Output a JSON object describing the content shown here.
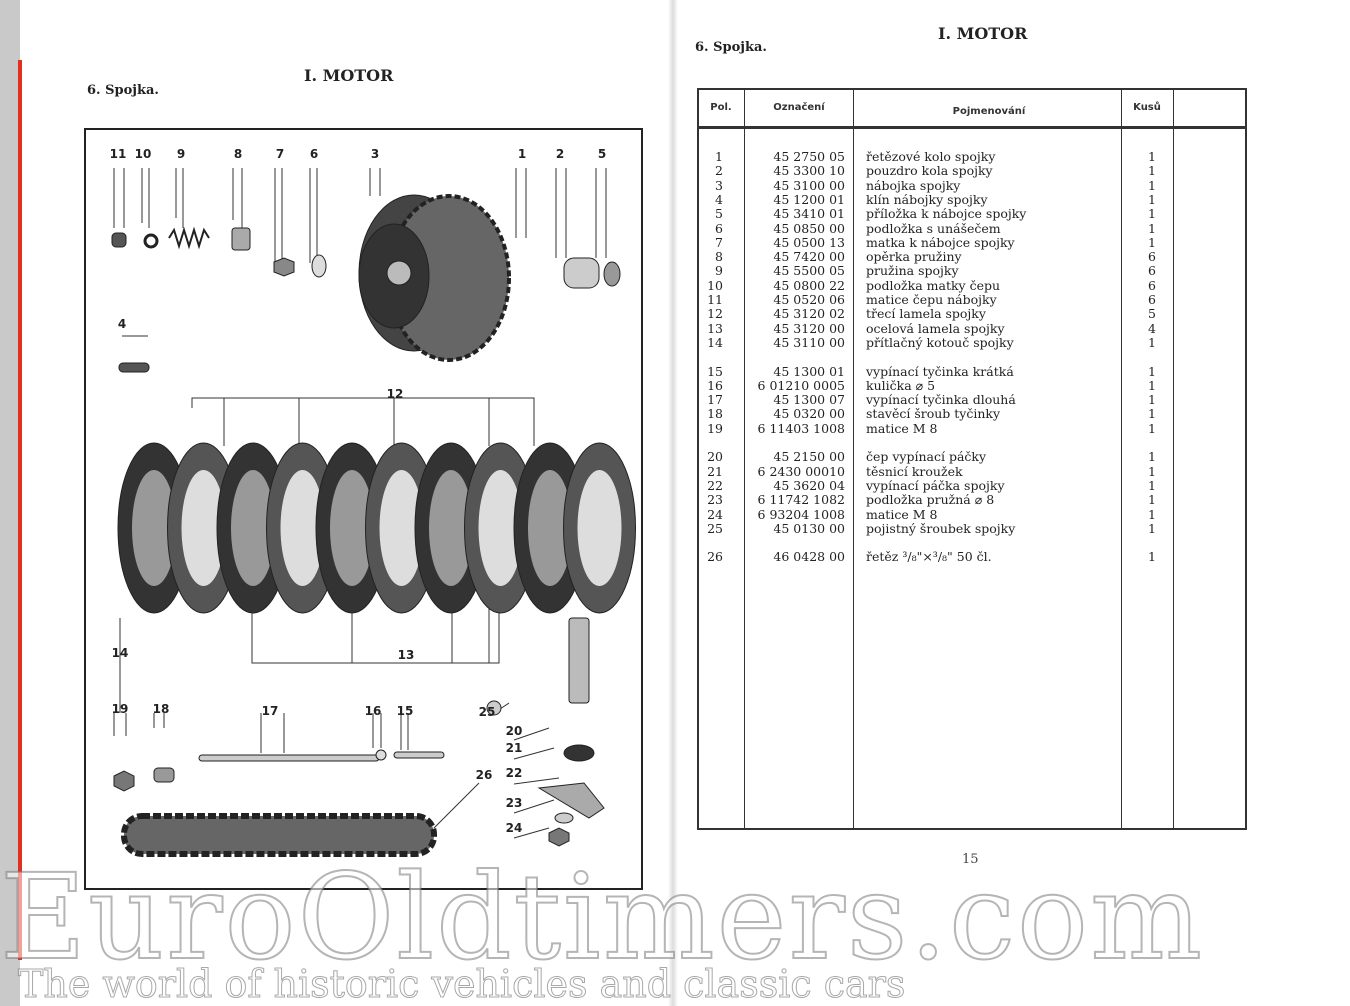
{
  "left_page": {
    "title": "I. MOTOR",
    "section": "6. Spojka.",
    "callouts": [
      "11",
      "10",
      "9",
      "8",
      "7",
      "6",
      "3",
      "1",
      "2",
      "5",
      "4",
      "12",
      "14",
      "13",
      "19",
      "18",
      "17",
      "16",
      "15",
      "25",
      "20",
      "21",
      "22",
      "23",
      "24",
      "26"
    ]
  },
  "right_page": {
    "title": "I. MOTOR",
    "section": "6. Spojka.",
    "columns": [
      "Pol.",
      "Označení",
      "Pojmenování",
      "Kusů"
    ],
    "rows": [
      {
        "pol": "1",
        "code": "45 2750 05",
        "name": "řetězové kolo spojky",
        "qty": "1"
      },
      {
        "pol": "2",
        "code": "45 3300 10",
        "name": "pouzdro kola spojky",
        "qty": "1"
      },
      {
        "pol": "3",
        "code": "45 3100 00",
        "name": "nábojka spojky",
        "qty": "1"
      },
      {
        "pol": "4",
        "code": "45 1200 01",
        "name": "klín nábojky spojky",
        "qty": "1"
      },
      {
        "pol": "5",
        "code": "45 3410 01",
        "name": "příložka k nábojce spojky",
        "qty": "1"
      },
      {
        "pol": "6",
        "code": "45 0850 00",
        "name": "podložka s unášečem",
        "qty": "1"
      },
      {
        "pol": "7",
        "code": "45 0500 13",
        "name": "matka k nábojce spojky",
        "qty": "1"
      },
      {
        "pol": "8",
        "code": "45 7420 00",
        "name": "opěrka pružiny",
        "qty": "6"
      },
      {
        "pol": "9",
        "code": "45 5500 05",
        "name": "pružina spojky",
        "qty": "6"
      },
      {
        "pol": "10",
        "code": "45 0800 22",
        "name": "podložka matky čepu",
        "qty": "6"
      },
      {
        "pol": "11",
        "code": "45 0520 06",
        "name": "matice čepu nábojky",
        "qty": "6"
      },
      {
        "pol": "12",
        "code": "45 3120 02",
        "name": "třecí lamela spojky",
        "qty": "5"
      },
      {
        "pol": "13",
        "code": "45 3120 00",
        "name": "ocelová lamela spojky",
        "qty": "4"
      },
      {
        "pol": "14",
        "code": "45 3110 00",
        "name": "přítlačný kotouč spojky",
        "qty": "1"
      },
      {
        "pol": "15",
        "code": "45 1300 01",
        "name": "vypínací tyčinka krátká",
        "qty": "1"
      },
      {
        "pol": "16",
        "code": "6 01210 0005",
        "name": "kulička ⌀ 5",
        "qty": "1"
      },
      {
        "pol": "17",
        "code": "45 1300 07",
        "name": "vypínací tyčinka dlouhá",
        "qty": "1"
      },
      {
        "pol": "18",
        "code": "45 0320 00",
        "name": "stavěcí šroub tyčinky",
        "qty": "1"
      },
      {
        "pol": "19",
        "code": "6 11403 1008",
        "name": "matice M 8",
        "qty": "1"
      },
      {
        "pol": "20",
        "code": "45 2150 00",
        "name": "čep vypínací páčky",
        "qty": "1"
      },
      {
        "pol": "21",
        "code": "6 2430 00010",
        "name": "těsnicí kroužek",
        "qty": "1"
      },
      {
        "pol": "22",
        "code": "45 3620 04",
        "name": "vypínací páčka spojky",
        "qty": "1"
      },
      {
        "pol": "23",
        "code": "6 11742 1082",
        "name": "podložka pružná ⌀ 8",
        "qty": "1"
      },
      {
        "pol": "24",
        "code": "6 93204 1008",
        "name": "matice M 8",
        "qty": "1"
      },
      {
        "pol": "25",
        "code": "45 0130 00",
        "name": "pojistný šroubek spojky",
        "qty": "1"
      },
      {
        "pol": "26",
        "code": "46 0428 00",
        "name": "řetěz ³/₈\"×³/₈\" 50 čl.",
        "qty": "1"
      }
    ],
    "page_number": "15"
  },
  "watermark": {
    "brand": "EuroOldtimers.com",
    "tagline": "The world of historic vehicles and classic cars"
  }
}
